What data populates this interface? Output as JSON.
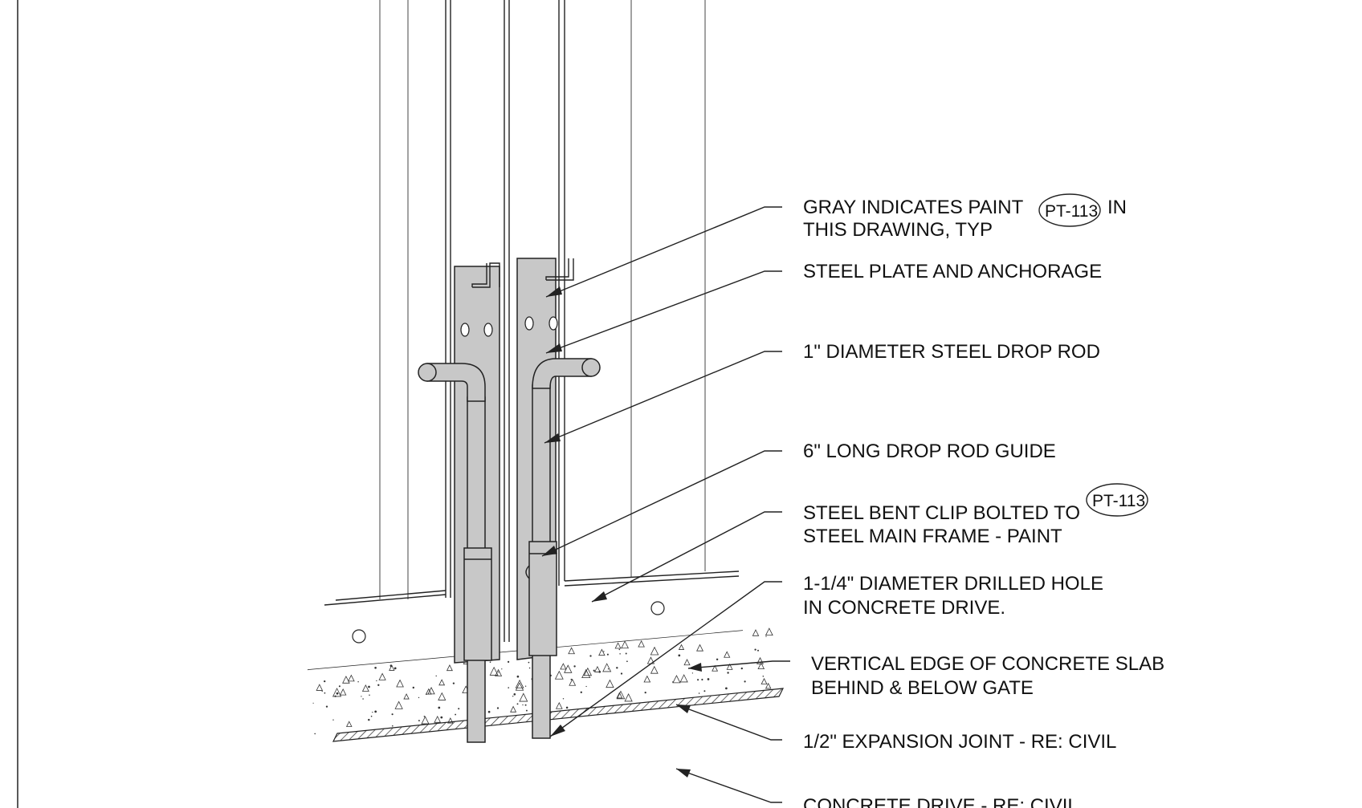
{
  "drawing": {
    "paint_tag": "PT-113",
    "callouts": [
      {
        "line1": "GRAY INDICATES PAINT",
        "line1_suffix": "IN",
        "line2": "THIS DRAWING, TYP"
      },
      {
        "line1": "STEEL PLATE AND ANCHORAGE"
      },
      {
        "line1": "1\" DIAMETER STEEL DROP ROD"
      },
      {
        "line1": "6\" LONG DROP ROD GUIDE"
      },
      {
        "line1": "STEEL BENT CLIP BOLTED TO",
        "line2": "STEEL MAIN FRAME - PAINT"
      },
      {
        "line1": "1-1/4\" DIAMETER DRILLED HOLE",
        "line2": "IN CONCRETE DRIVE."
      },
      {
        "line1": "VERTICAL EDGE OF CONCRETE SLAB",
        "line2": "BEHIND & BELOW GATE"
      },
      {
        "line1": "1/2\" EXPANSION JOINT - RE: CIVIL"
      },
      {
        "line1": "CONCRETE DRIVE - RE: CIVIL"
      }
    ]
  },
  "colors": {
    "paint_gray": "#c8c8c8",
    "line": "#222222",
    "background": "#ffffff"
  }
}
